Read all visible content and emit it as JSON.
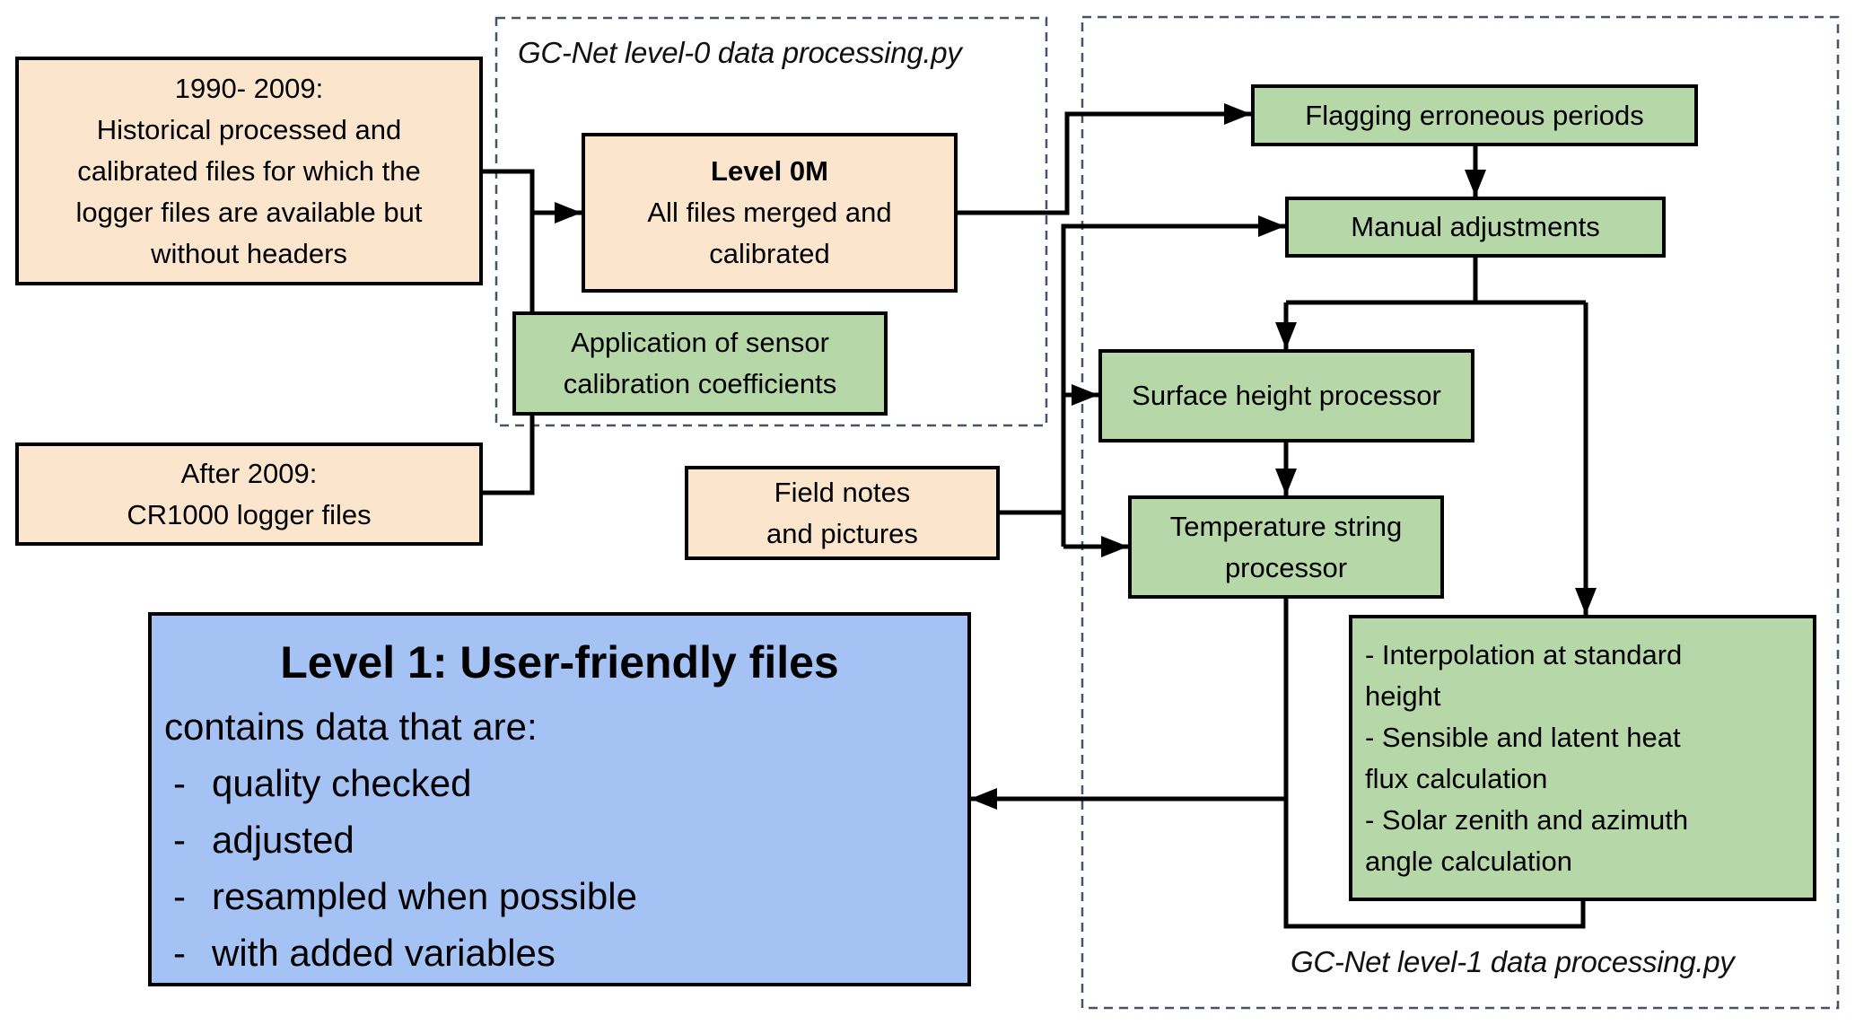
{
  "regions": {
    "level0": {
      "label": "GC-Net level-0 data processing.py"
    },
    "level1": {
      "label": "GC-Net level-1 data processing.py"
    }
  },
  "boxes": {
    "historical": {
      "lines": [
        "1990- 2009:",
        "Historical processed and",
        "calibrated files for which the",
        "logger files are available but",
        "without headers"
      ]
    },
    "cr1000": {
      "lines": [
        "After 2009:",
        "CR1000 logger files"
      ]
    },
    "level0m": {
      "title": "Level 0M",
      "lines": [
        "All files merged and",
        "calibrated"
      ]
    },
    "calibration": {
      "lines": [
        "Application of sensor",
        "calibration coefficients"
      ]
    },
    "field_notes": {
      "lines": [
        "Field notes",
        "and pictures"
      ]
    },
    "flagging": {
      "lines": [
        "Flagging erroneous periods"
      ]
    },
    "manual": {
      "lines": [
        "Manual adjustments"
      ]
    },
    "surface_height": {
      "lines": [
        "Surface height processor"
      ]
    },
    "temperature_string": {
      "lines": [
        "Temperature string",
        "processor"
      ]
    },
    "post_processing": {
      "lines": [
        "- Interpolation at standard",
        "height",
        "- Sensible and latent heat",
        "flux calculation",
        "- Solar zenith and azimuth",
        "angle calculation"
      ]
    },
    "level1": {
      "title": "Level 1: User-friendly files",
      "intro": "contains data that are:",
      "bullet": "-",
      "items": [
        "quality checked",
        "adjusted",
        "resampled when possible",
        "with added variables"
      ]
    }
  },
  "colors": {
    "input_fill": "#fce5cd",
    "process_fill": "#b6d7a8",
    "output_fill": "#a4c2f4",
    "region_border": "#44546a",
    "connector": "#000000"
  }
}
